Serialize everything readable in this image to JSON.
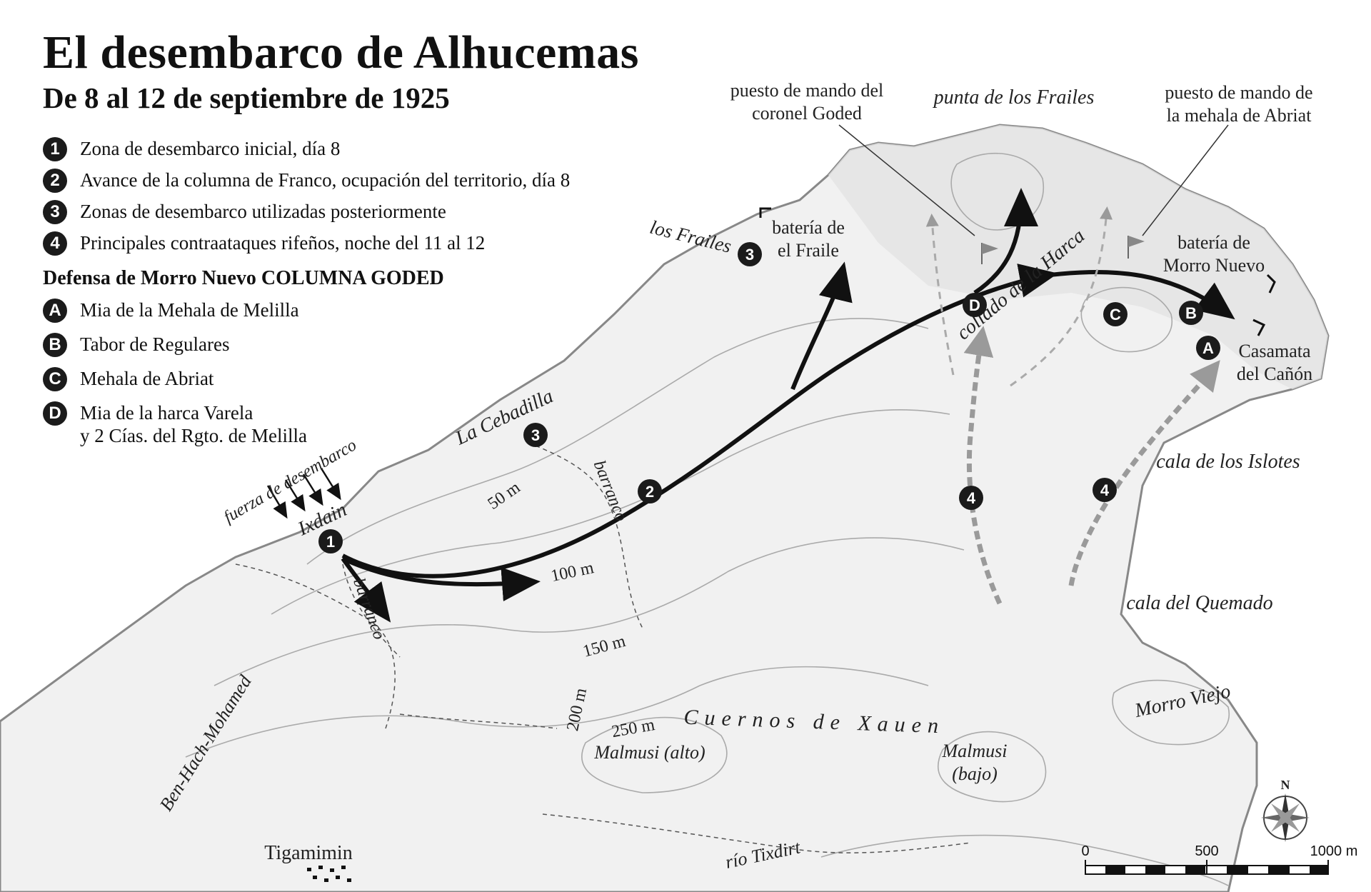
{
  "title": "El desembarco de Alhucemas",
  "subtitle": "De 8 al 12 de septiembre de 1925",
  "legend": {
    "numbered": [
      {
        "key": "1",
        "text": "Zona de desembarco inicial, día 8"
      },
      {
        "key": "2",
        "text": "Avance de la columna de Franco, ocupación del territorio, día 8"
      },
      {
        "key": "3",
        "text": "Zonas de desembarco utilizadas posteriormente"
      },
      {
        "key": "4",
        "text": "Principales contraataques rifeños, noche del 11 al 12"
      }
    ],
    "defense_heading": "Defensa de Morro Nuevo  COLUMNA GODED",
    "lettered": [
      {
        "key": "A",
        "text": "Mia de la Mehala de Melilla"
      },
      {
        "key": "B",
        "text": "Tabor de Regulares"
      },
      {
        "key": "C",
        "text": "Mehala de Abriat"
      },
      {
        "key": "D",
        "text": "Mia de la harca Varela",
        "text2": "y 2 Cías. del Rgto. de Melilla"
      }
    ]
  },
  "places": {
    "puesto_goded_1": "puesto de mando del",
    "puesto_goded_2": "coronel Goded",
    "punta_frailes": "punta de los Frailes",
    "puesto_abriat_1": "puesto de mando de",
    "puesto_abriat_2": "la mehala de Abriat",
    "los_frailes": "los Frailes",
    "bateria_fraile_1": "batería de",
    "bateria_fraile_2": "el Fraile",
    "bateria_morro_1": "batería de",
    "bateria_morro_2": "Morro Nuevo",
    "collado": "collado de la Harca",
    "casamata_1": "Casamata",
    "casamata_2": "del Cañón",
    "cebadilla": "La Cebadilla",
    "fuerza": "fuerza de desembarco",
    "ixdain": "Ixdain",
    "barranco": "barranco",
    "cala_islotes": "cala de los Islotes",
    "cala_quemado": "cala del Quemado",
    "morro_viejo": "Morro Viejo",
    "ben_hach": "Ben-Hach-Mohamed",
    "cuernos": "Cuernos de Xauen",
    "malmusi_alto": "Malmusi (alto)",
    "malmusi_bajo_1": "Malmusi",
    "malmusi_bajo_2": "(bajo)",
    "tigamimin": "Tigamimin",
    "rio": "río Tixdirt"
  },
  "contours": {
    "c50": "50 m",
    "c100": "100 m",
    "c150": "150 m",
    "c200": "200 m",
    "c250": "250 m"
  },
  "markers": {
    "n1": "1",
    "n2": "2",
    "n3a": "3",
    "n3b": "3",
    "n4a": "4",
    "n4b": "4",
    "A": "A",
    "B": "B",
    "C": "C",
    "D": "D"
  },
  "compass": {
    "north": "N"
  },
  "scale": {
    "tick0": "0",
    "tick500": "500",
    "tick1000": "1000 m",
    "max_value": 1000
  },
  "colors": {
    "land": "#f2f2f2",
    "coast": "#8a8a8a",
    "route": "#111111",
    "counter": "#9a9a9a",
    "marker": "#1b1b1b"
  }
}
